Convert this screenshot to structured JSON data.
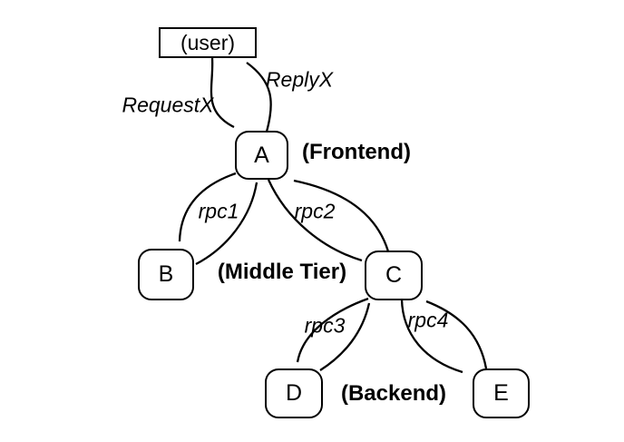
{
  "diagram": {
    "description": "RPC call tree between a user and a distributed service",
    "colors": {
      "background": "#ffffff",
      "line": "#000000",
      "text": "#000000"
    },
    "nodes": {
      "user": {
        "label": "(user)",
        "shape": "rectangle"
      },
      "a": {
        "label": "A",
        "shape": "rounded"
      },
      "b": {
        "label": "B",
        "shape": "rounded"
      },
      "c": {
        "label": "C",
        "shape": "rounded"
      },
      "d": {
        "label": "D",
        "shape": "rounded"
      },
      "e": {
        "label": "E",
        "shape": "rounded"
      }
    },
    "tiers": {
      "frontend": "(Frontend)",
      "middle": "(Middle Tier)",
      "backend": "(Backend)"
    },
    "edge_labels": {
      "requestx": "RequestX",
      "replyx": "ReplyX",
      "rpc1": "rpc1",
      "rpc2": "rpc2",
      "rpc3": "rpc3",
      "rpc4": "rpc4"
    },
    "edges": [
      {
        "from": "(user)",
        "to": "A",
        "label": "RequestX",
        "kind": "request"
      },
      {
        "from": "A",
        "to": "(user)",
        "label": "ReplyX",
        "kind": "reply"
      },
      {
        "from": "A",
        "to": "B",
        "label": "rpc1",
        "kind": "call"
      },
      {
        "from": "B",
        "to": "A",
        "label": "rpc1",
        "kind": "return"
      },
      {
        "from": "A",
        "to": "C",
        "label": "rpc2",
        "kind": "call"
      },
      {
        "from": "C",
        "to": "A",
        "label": "rpc2",
        "kind": "return"
      },
      {
        "from": "C",
        "to": "D",
        "label": "rpc3",
        "kind": "call"
      },
      {
        "from": "D",
        "to": "C",
        "label": "rpc3",
        "kind": "return"
      },
      {
        "from": "C",
        "to": "E",
        "label": "rpc4",
        "kind": "call"
      },
      {
        "from": "E",
        "to": "C",
        "label": "rpc4",
        "kind": "return"
      }
    ]
  }
}
